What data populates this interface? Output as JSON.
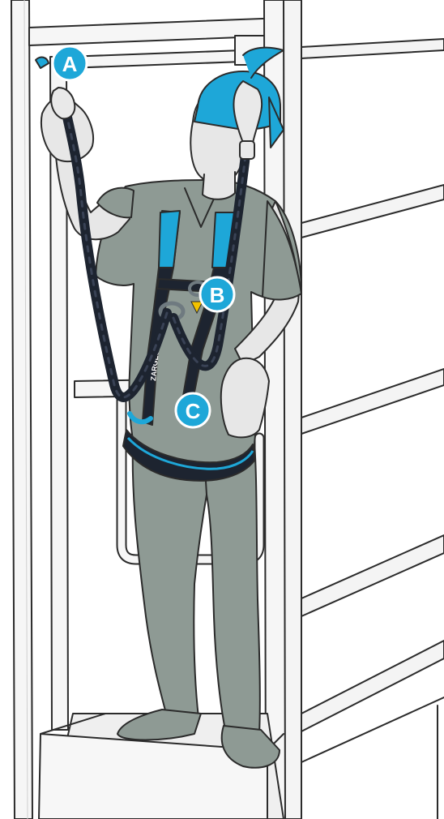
{
  "callouts": {
    "a": {
      "label": "A"
    },
    "b": {
      "label": "B"
    },
    "c": {
      "label": "C"
    }
  },
  "harness_brand": "ZARGES",
  "colors": {
    "accent_blue": "#1ea7d8",
    "webbing": "#1d2430",
    "clothing": "#8e9a94",
    "skin": "#e7e7e7",
    "frame": "#f2f2f2",
    "outline": "#2b2b2b"
  }
}
